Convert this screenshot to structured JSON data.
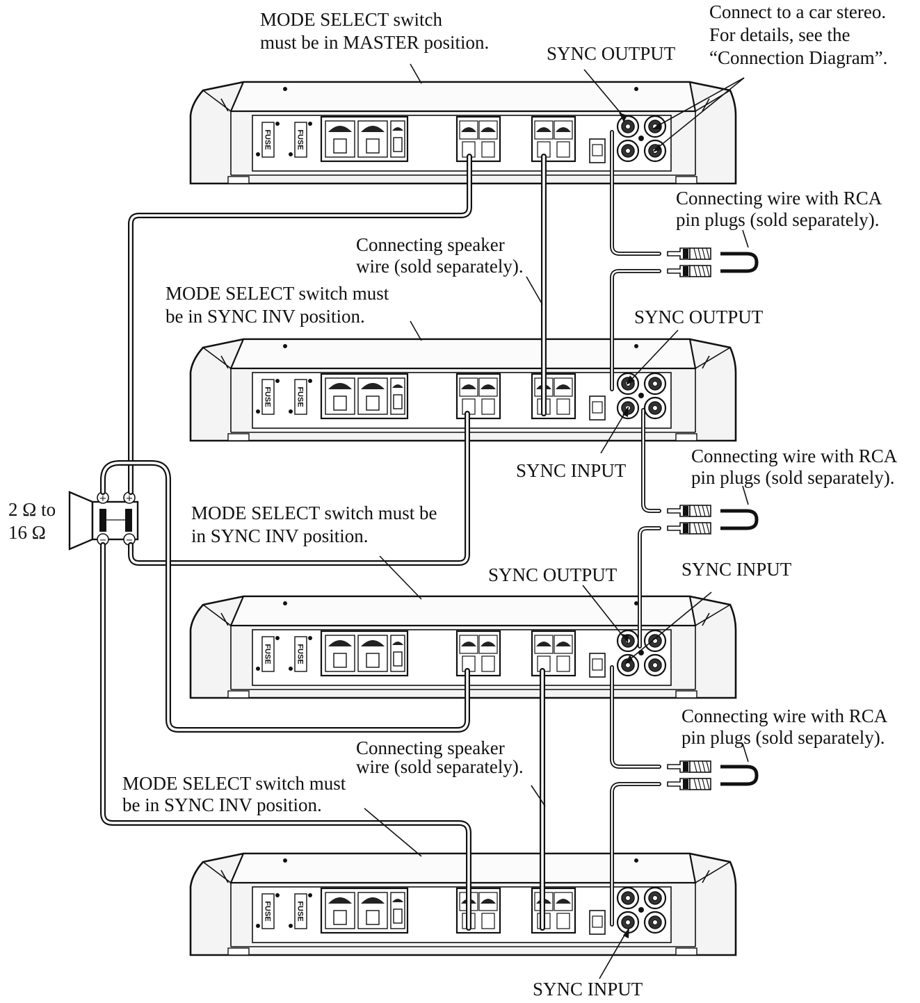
{
  "labels": {
    "master_mode_line1": "MODE SELECT switch",
    "master_mode_line2": "must be in MASTER position.",
    "sync_output_1": "SYNC OUTPUT",
    "car_stereo_line1": "Connect to a car stereo.",
    "car_stereo_line2": "For details, see the",
    "car_stereo_line3": "“Connection Diagram”.",
    "rca_wire_1_line1": "Connecting wire with RCA",
    "rca_wire_1_line2": "pin plugs (sold separately).",
    "speaker_wire_1_line1": "Connecting speaker",
    "speaker_wire_1_line2": "wire (sold separately).",
    "amp2_mode_line1": "MODE SELECT switch must",
    "amp2_mode_line2": "be in SYNC INV position.",
    "sync_output_2": "SYNC OUTPUT",
    "sync_input_2": "SYNC INPUT",
    "rca_wire_2_line1": "Connecting wire with RCA",
    "rca_wire_2_line2": "pin plugs (sold separately).",
    "impedance_line1": "2 Ω to",
    "impedance_line2": "16 Ω",
    "amp3_mode_line1": "MODE SELECT switch must be",
    "amp3_mode_line2": "in SYNC INV position.",
    "sync_output_3": "SYNC OUTPUT",
    "sync_input_3": "SYNC INPUT",
    "rca_wire_3_line1": "Connecting wire with RCA",
    "rca_wire_3_line2": "pin plugs (sold separately).",
    "speaker_wire_2_line1": "Connecting speaker",
    "speaker_wire_2_line2": "wire (sold separately).",
    "amp4_mode_line1": "MODE SELECT switch must",
    "amp4_mode_line2": "be in SYNC INV position.",
    "sync_input_4": "SYNC INPUT"
  },
  "fuse_label": "FUSE",
  "polarity": {
    "plus": "+",
    "minus": "−"
  }
}
